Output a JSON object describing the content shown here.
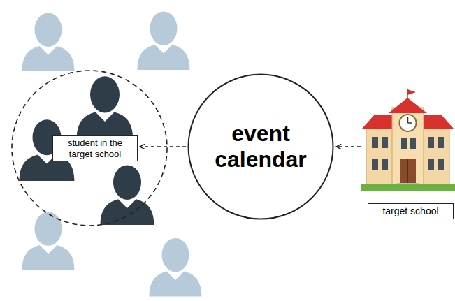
{
  "diagram": {
    "nodes": [
      {
        "text": [
          "student in the target school"
        ]
      },
      {
        "text": [
          "event calendar"
        ]
      },
      {
        "text": [
          "target school"
        ]
      }
    ],
    "edges": [
      {
        "from": 1,
        "to": 0,
        "arrow": "to"
      },
      {
        "from": 2,
        "to": 1,
        "arrow": "to"
      }
    ]
  }
}
